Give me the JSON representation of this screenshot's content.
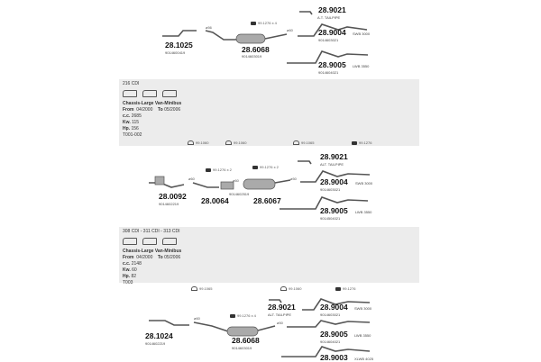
{
  "sections": [
    {
      "parts": [
        {
          "no": "28.1025",
          "ref": "9014600419"
        },
        {
          "no": "28.6068",
          "ref": "9014603019"
        },
        {
          "no": "28.9021",
          "ref": "A.T. TAILPIPE"
        },
        {
          "no": "28.9004",
          "ref": "9014603021",
          "note": "SWB 3000"
        },
        {
          "no": "28.9005",
          "ref": "9014604021",
          "note": "LWB 3550"
        }
      ],
      "clamps": [
        {
          "label": "99.1276 x 4"
        }
      ],
      "diameters": [
        "ø56",
        "ø60"
      ]
    },
    {
      "header": {
        "model": "216 CDI",
        "body": "Chassis-Large Van-Minibus",
        "from_label": "From",
        "from": "04/2000",
        "to_label": "To",
        "to": "05/2006",
        "cc_label": "c.c.",
        "cc": "2685",
        "kw_label": "Kw.",
        "kw": "115",
        "hp_label": "Hp.",
        "hp": "156",
        "code": "T001-002"
      },
      "parts": [
        {
          "no": "28.0092",
          "ref": "9014602219"
        },
        {
          "no": "28.0064",
          "ref": ""
        },
        {
          "no": "28.6067",
          "ref": ""
        },
        {
          "no": "28.9021",
          "ref": "ALT. TAILPIPE"
        },
        {
          "no": "28.9004",
          "ref": "9014603021",
          "note": "SWB 3000"
        },
        {
          "no": "28.9005",
          "ref": "9014504021",
          "note": "LWB 3550"
        }
      ],
      "extra_ref": "9014602519",
      "clamps": [
        {
          "label": "99.1060"
        },
        {
          "label": "99.1060"
        },
        {
          "label": "99.1065"
        },
        {
          "label": "99.1276"
        },
        {
          "label": "99.1276 x 2"
        },
        {
          "label": "99.1276 x 2"
        }
      ],
      "diameters": [
        "ø60",
        "ø60",
        "ø50"
      ]
    },
    {
      "header": {
        "model": "308 CDI - 311 CDI - 313 CDI",
        "body": "Chassis-Large Van-Minibus",
        "from_label": "From",
        "from": "04/2000",
        "to_label": "To",
        "to": "05/2006",
        "cc_label": "c.c.",
        "cc": "2148",
        "kw_label": "Kw.",
        "kw": "60",
        "hp_label": "Hp.",
        "hp": "82",
        "code": "T003"
      },
      "parts": [
        {
          "no": "28.1024",
          "ref": "9014602219"
        },
        {
          "no": "28.6068",
          "ref": "9014603019"
        },
        {
          "no": "28.9021",
          "ref": "ALT. TAILPIPE"
        },
        {
          "no": "28.9004",
          "ref": "9014603021",
          "note": "SWB 3000"
        },
        {
          "no": "28.9005",
          "ref": "9014604021",
          "note": "LWB 3550"
        },
        {
          "no": "28.9003",
          "ref": "",
          "note": "XLWB 4025"
        }
      ],
      "clamps": [
        {
          "label": "99.1065"
        },
        {
          "label": "99.1060"
        },
        {
          "label": "99.1276"
        },
        {
          "label": "99.1276 x 4"
        }
      ],
      "diameters": [
        "ø60",
        "ø50"
      ]
    }
  ]
}
